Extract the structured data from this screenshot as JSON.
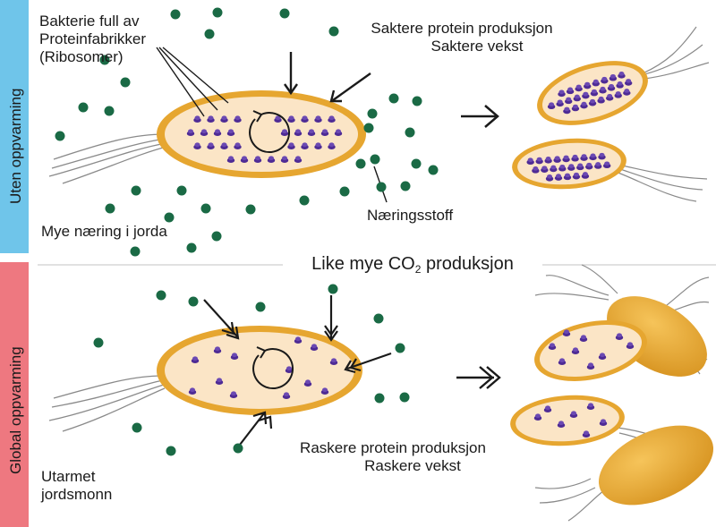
{
  "bands": {
    "top": {
      "label": "Uten oppvarming",
      "color": "#6fc5ea"
    },
    "bottom": {
      "label": "Global oppvarming",
      "color": "#ee7880"
    }
  },
  "top": {
    "bacteria_label": [
      "Bakterie full av",
      "Proteinfabrikker",
      "(Ribosomer)"
    ],
    "result_label": [
      "Saktere protein produksjon",
      "Saktere vekst"
    ],
    "soil_label": "Mye næring i jorda",
    "nutrient_label": "Næringsstoff"
  },
  "middle": {
    "prefix": "Like mye CO",
    "subscript": "2",
    "suffix": " produksjon"
  },
  "bottom": {
    "result_label": [
      "Raskere protein produksjon",
      "Raskere vekst"
    ],
    "soil_label": [
      "Utarmet",
      "jordsmonn"
    ]
  },
  "colors": {
    "cell_fill": "#fbe5c6",
    "cell_border": "#e5a52d",
    "cell_body": "#e8a830",
    "ribosome": "#4e2b95",
    "nutrient": "#1a6a45",
    "divider": "#cfcfcf"
  },
  "icons": [
    "nutrient-dot-icon",
    "ribosome-icon",
    "rotation-arrow-icon",
    "arrow-right-icon",
    "double-arrow-right-icon",
    "flagellum-icon"
  ]
}
